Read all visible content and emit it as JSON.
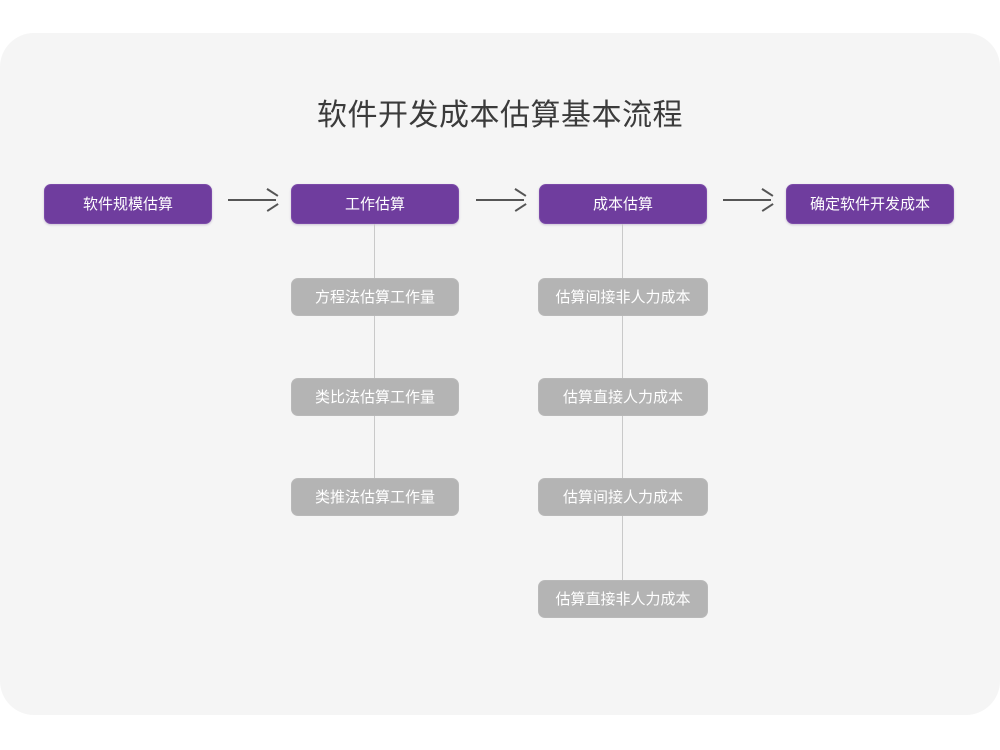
{
  "page": {
    "title": "软件开发成本估算基本流程",
    "background_color": "#ffffff",
    "card_color": "#f5f5f5",
    "accent_color": "#6f3d9e",
    "secondary_color": "#b4b4b4",
    "connector_color": "#c9c9c9",
    "arrow_color": "#555555"
  },
  "chart_data": {
    "type": "diagram",
    "title": "软件开发成本估算基本流程",
    "main_flow": [
      {
        "label": "软件规模估算"
      },
      {
        "label": "工作估算"
      },
      {
        "label": "成本估算"
      },
      {
        "label": "确定软件开发成本"
      }
    ],
    "arrows": [
      {
        "from": "软件规模估算",
        "to": "工作估算",
        "glyph": "→"
      },
      {
        "from": "工作估算",
        "to": "成本估算",
        "glyph": "→"
      },
      {
        "from": "成本估算",
        "to": "确定软件开发成本",
        "glyph": "→"
      }
    ],
    "branches": [
      {
        "parent": "工作估算",
        "children": [
          "方程法估算工作量",
          "类比法估算工作量",
          "类推法估算工作量"
        ]
      },
      {
        "parent": "成本估算",
        "children": [
          "估算间接非人力成本",
          "估算直接人力成本",
          "估算间接人力成本",
          "估算直接非人力成本"
        ]
      }
    ]
  }
}
